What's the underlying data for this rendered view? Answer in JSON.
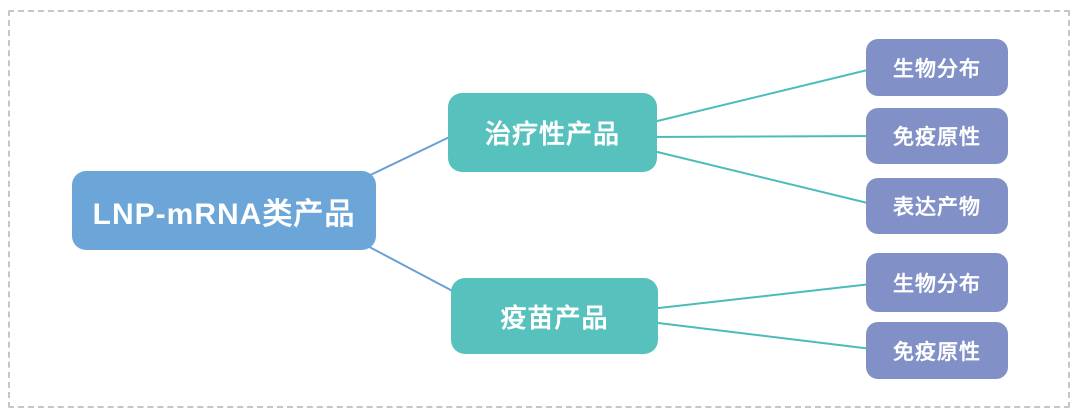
{
  "colors": {
    "background": "#ffffff",
    "border": "#c6c6c6",
    "text": "#ffffff",
    "root_fill": "#6ca6d9",
    "branch_fill": "#57c1be",
    "leaf_fill": "#8190c6",
    "root_link": "#6b9fd4",
    "branch_link": "#4cbcb9"
  },
  "diagram": {
    "type": "mind-map",
    "root": {
      "label": "LNP-mRNA类产品"
    },
    "branches": [
      {
        "label": "治疗性产品",
        "children": [
          {
            "label": "生物分布"
          },
          {
            "label": "免疫原性"
          },
          {
            "label": "表达产物"
          }
        ]
      },
      {
        "label": "疫苗产品",
        "children": [
          {
            "label": "生物分布"
          },
          {
            "label": "免疫原性"
          }
        ]
      }
    ]
  }
}
